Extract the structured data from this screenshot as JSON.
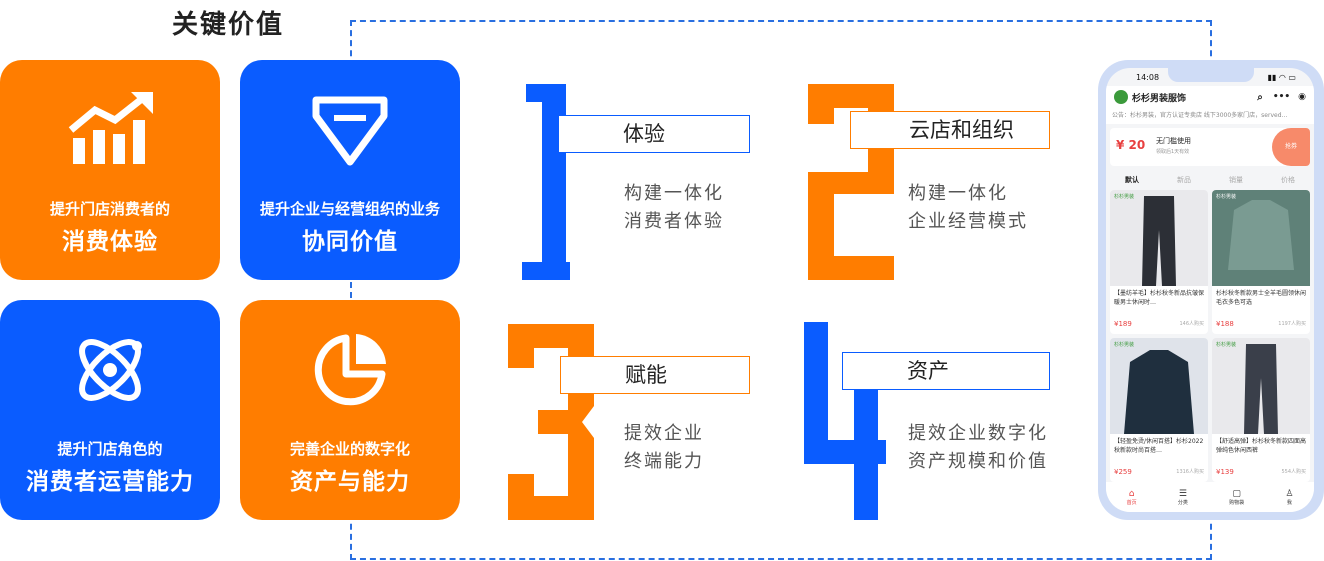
{
  "title": "关键价值",
  "cards": [
    {
      "small": "提升门店消费者的",
      "big": "消费体验",
      "icon": "growth-chart-icon",
      "color": "#ff7d00"
    },
    {
      "small": "提升企业与经营组织的业务",
      "big": "协同价值",
      "icon": "diamond-icon",
      "color": "#0a5cff"
    },
    {
      "small": "提升门店角色的",
      "big": "消费者运营能力",
      "icon": "atom-icon",
      "color": "#0a5cff"
    },
    {
      "small": "完善企业的数字化",
      "big": "资产与能力",
      "icon": "pie-chart-icon",
      "color": "#ff7d00"
    }
  ],
  "values": [
    {
      "num": "1",
      "label": "体验",
      "desc1": "构建一体化",
      "desc2": "消费者体验",
      "color": "#0a5cff"
    },
    {
      "num": "2",
      "label": "云店和组织",
      "desc1": "构建一体化",
      "desc2": "企业经营模式",
      "color": "#ff7d00"
    },
    {
      "num": "3",
      "label": "赋能",
      "desc1": "提效企业",
      "desc2": "终端能力",
      "color": "#ff7d00"
    },
    {
      "num": "4",
      "label": "资产",
      "desc1": "提效企业数字化",
      "desc2": "资产规模和价值",
      "color": "#0a5cff"
    }
  ],
  "phone": {
    "time": "14:08",
    "shop_name": "杉杉男装服饰",
    "notice": "公告：杉杉男装，官方认证专卖店 线下3000多家门店，served...",
    "coupon_amount": "¥ 20",
    "coupon_title": "无门槛使用",
    "coupon_sub": "领取后1天有效",
    "coupon_button": "抢券",
    "tabs": [
      "默认",
      "新品",
      "销量",
      "价格"
    ],
    "products": [
      {
        "tag": "杉杉男装",
        "name": "【墨纺羊毛】杉杉秋冬新品抗皱保暖男士休闲时…",
        "price": "¥189",
        "sold": "146人购买"
      },
      {
        "tag": "杉杉男装",
        "name": "杉杉秋冬新款男士全羊毛圆领休闲毛衣多色可选",
        "price": "¥188",
        "sold": "1197人购买"
      },
      {
        "tag": "杉杉男装",
        "name": "【轻盈免烫/休闲百搭】杉杉2022秋新款时尚百搭…",
        "price": "¥259",
        "sold": "1316人购买"
      },
      {
        "tag": "杉杉男装",
        "name": "【舒适高弹】杉杉秋冬新款四面高弹纯色休闲西裤",
        "price": "¥139",
        "sold": "554人购买"
      }
    ],
    "bottom_nav": [
      "首页",
      "分类",
      "购物袋",
      "我"
    ]
  }
}
